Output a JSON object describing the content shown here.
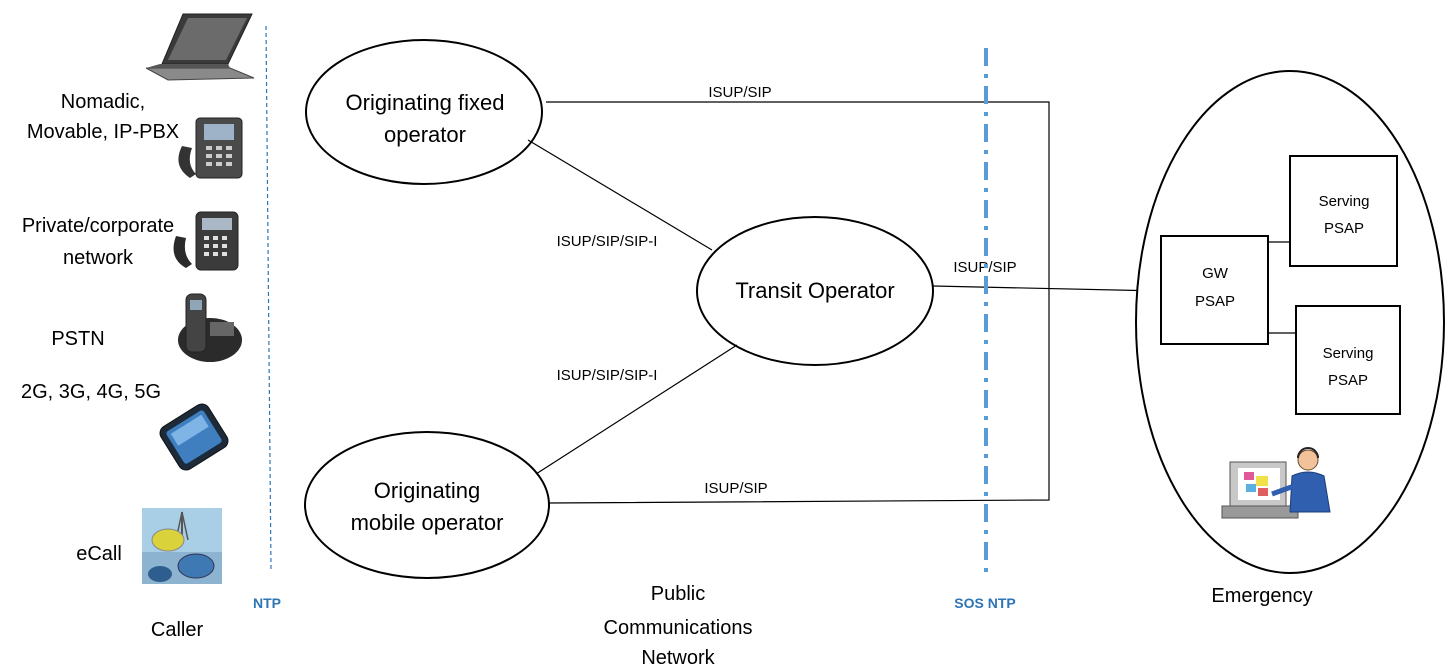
{
  "caller": {
    "nomadic_line1": "Nomadic,",
    "nomadic_line2": "Movable, IP-PBX",
    "private_line1": "Private/corporate",
    "private_line2": "network",
    "pstn": "PSTN",
    "mobile_gens": "2G, 3G, 4G, 5G",
    "ecall": "eCall",
    "section_title": "Caller"
  },
  "ntp_label": "NTP",
  "network": {
    "orig_fixed_line1": "Originating fixed",
    "orig_fixed_line2": "operator",
    "transit": "Transit Operator",
    "orig_mobile_line1": "Originating",
    "orig_mobile_line2": "mobile operator",
    "section_line1": "Public",
    "section_line2": "Communications",
    "section_line3": "Network"
  },
  "protocols": {
    "fixed_to_transit": "ISUP/SIP/SIP-I",
    "mobile_to_transit": "ISUP/SIP/SIP-I",
    "fixed_direct": "ISUP/SIP",
    "mobile_direct": "ISUP/SIP",
    "transit_to_gw": "ISUP/SIP"
  },
  "sos_ntp_label": "SOS NTP",
  "emergency": {
    "gw_line1": "GW",
    "gw_line2": "PSAP",
    "serving1_line1": "Serving",
    "serving1_line2": "PSAP",
    "serving2_line1": "Serving",
    "serving2_line2": "PSAP",
    "section_title": "Emergency"
  },
  "colors": {
    "ntp_blue": "#2e75b6",
    "line": "#000000"
  },
  "icons": [
    "laptop-icon",
    "desk-phone-icon",
    "corporate-phone-icon",
    "cordless-phone-icon",
    "smartphone-icon",
    "ecall-car-icon",
    "psap-operator-icon"
  ]
}
